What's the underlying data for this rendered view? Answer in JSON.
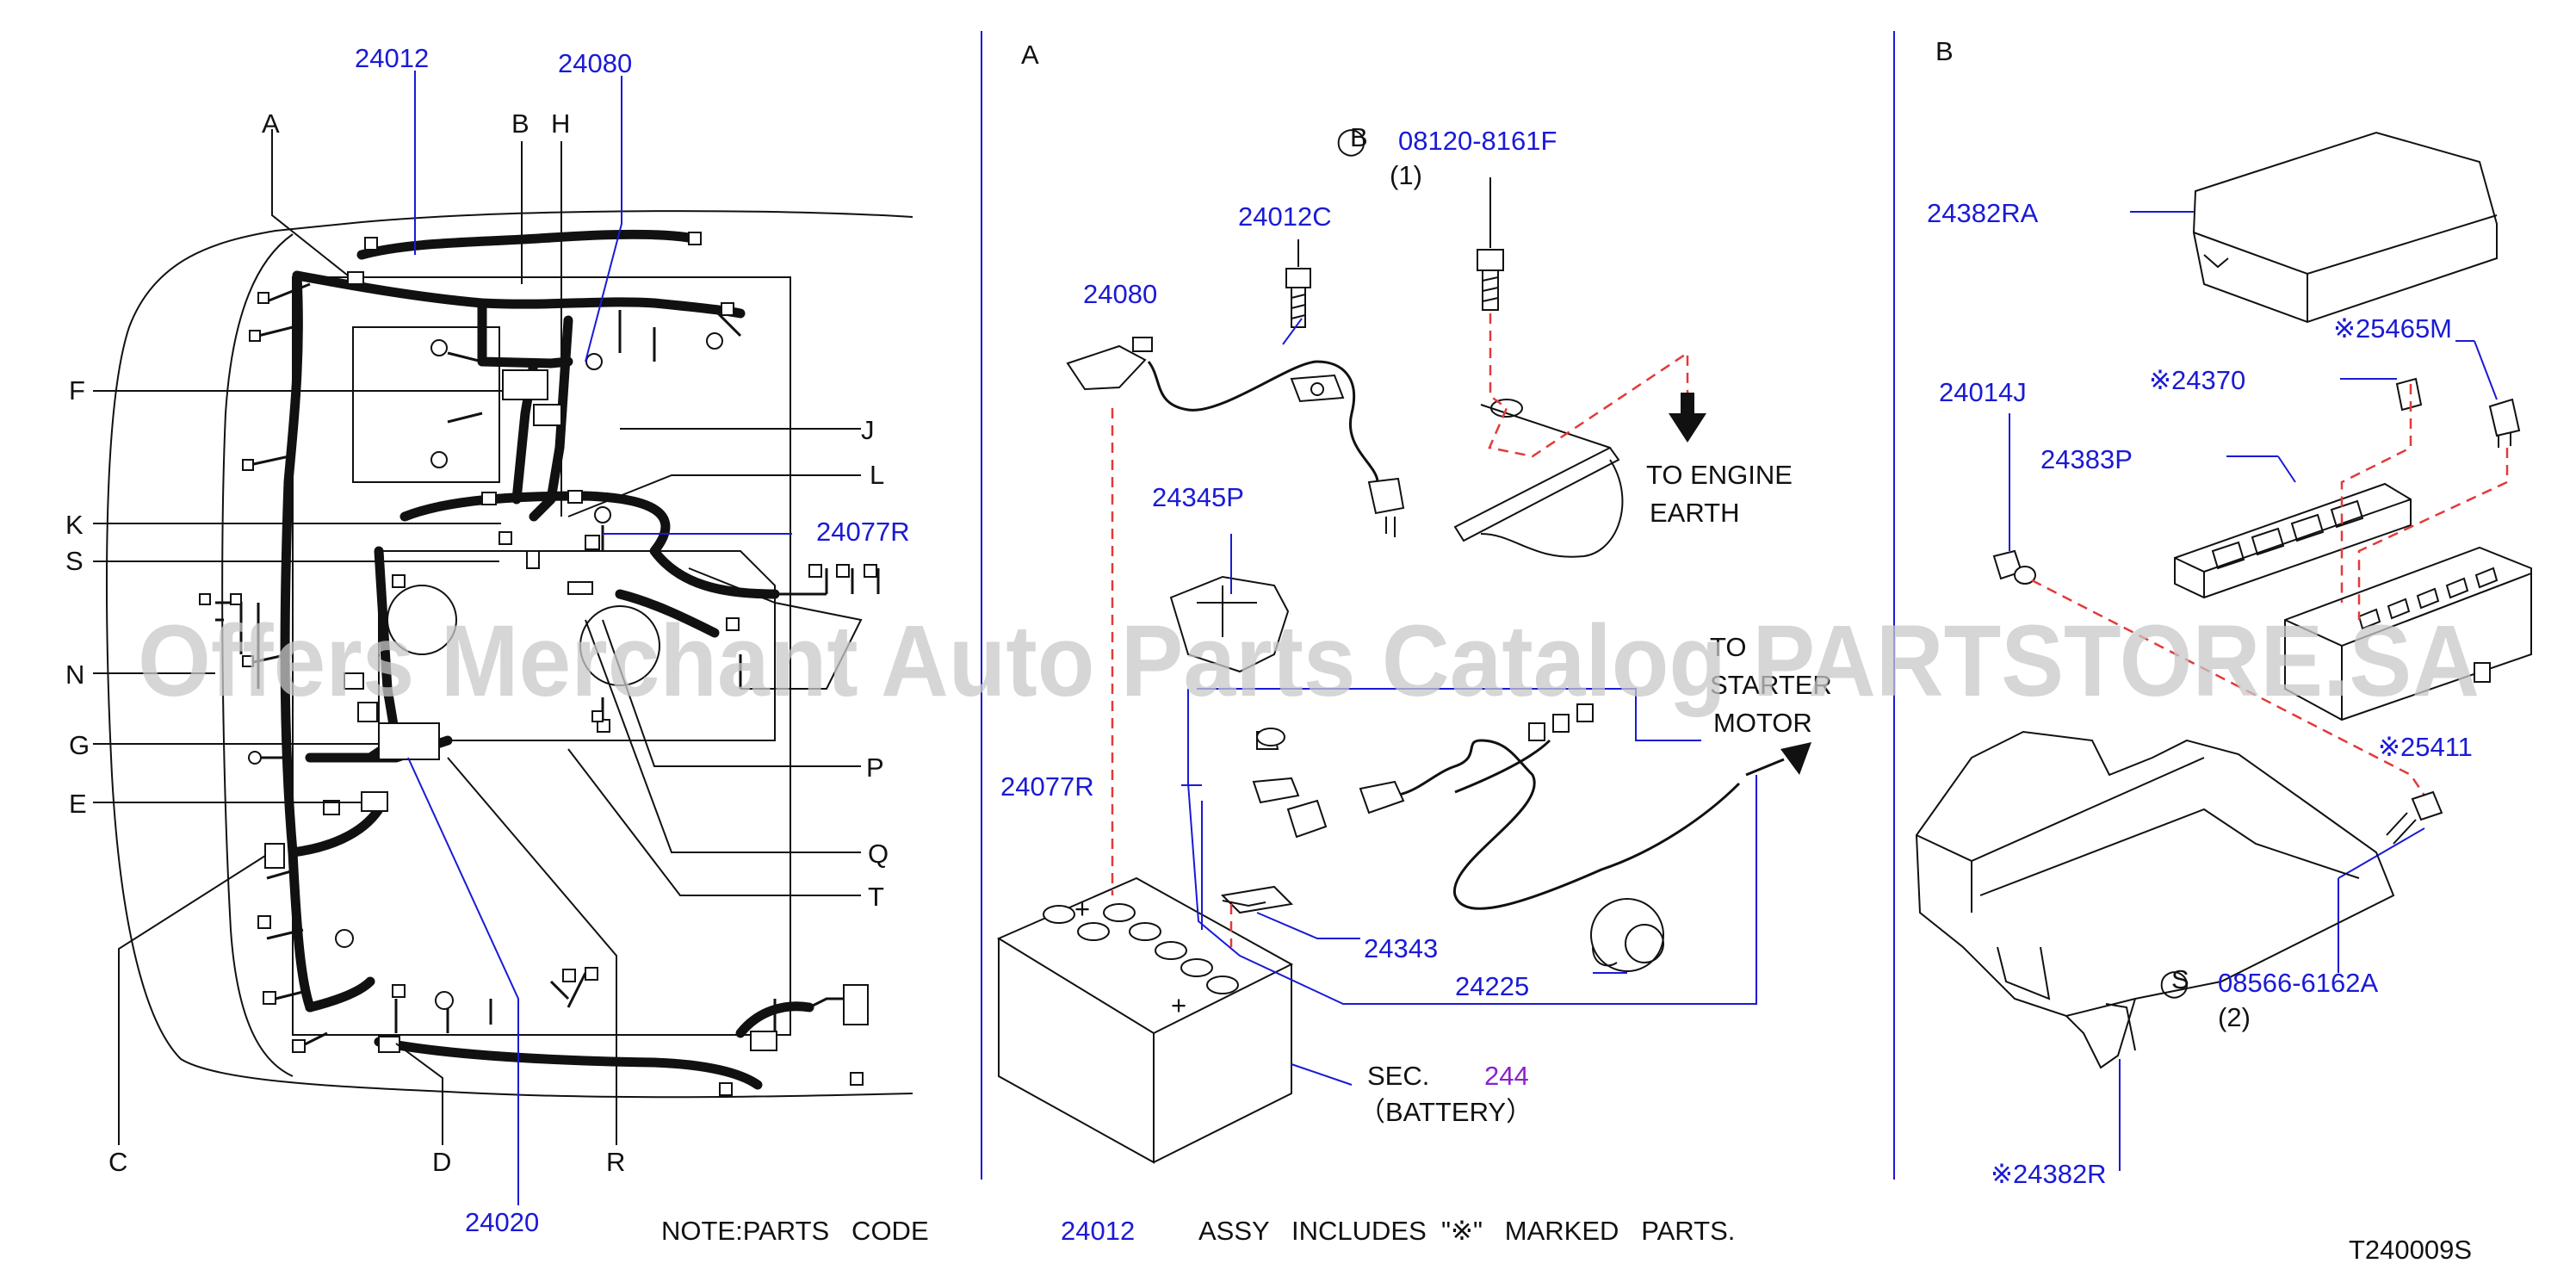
{
  "watermark": "Offers Merchant Auto Parts Catalog PARTSTORE.SA",
  "panel_left": {
    "part_labels": {
      "p24012": "24012",
      "p24080": "24080",
      "p24077R": "24077R",
      "p24020": "24020"
    },
    "letters": {
      "A": "A",
      "B": "B",
      "H": "H",
      "F": "F",
      "J": "J",
      "L": "L",
      "K": "K",
      "S": "S",
      "N": "N",
      "G": "G",
      "P": "P",
      "E": "E",
      "Q": "Q",
      "T": "T",
      "C": "C",
      "D": "D",
      "R": "R"
    }
  },
  "panel_a": {
    "title": "A",
    "labels": {
      "bolt_ref": "B",
      "bolt_code": "08120-8161F",
      "bolt_qty": "(1)",
      "p24012C": "24012C",
      "p24080": "24080",
      "to_engine": "TO  ENGINE",
      "earth": "EARTH",
      "p24345P": "24345P",
      "to": "TO",
      "starter": "STARTER",
      "motor": "MOTOR",
      "p24077R": "24077R",
      "p24343": "24343",
      "p24225": "24225",
      "sec": "SEC.",
      "sec_num": "244",
      "battery": "（BATTERY）"
    }
  },
  "panel_b": {
    "title": "B",
    "labels": {
      "p24382RA": "24382RA",
      "p25465M": "※25465M",
      "p24014J": "24014J",
      "p24370": "※24370",
      "p24383P": "24383P",
      "p25411": "※25411",
      "screw_ref": "S",
      "screw_code": "08566-6162A",
      "screw_qty": "(2)",
      "p24382R": "※24382R"
    }
  },
  "footer": {
    "note_prefix": "NOTE:PARTS   CODE",
    "note_code": "24012",
    "note_suffix": "ASSY   INCLUDES  \"※\"   MARKED   PARTS.",
    "diagram_id": "T240009S"
  },
  "colors": {
    "part_number": "#1a1ad6",
    "section_ref": "#8a22c8",
    "guide_dashes": "#e23a3a",
    "divider": "#1a1ad6"
  }
}
